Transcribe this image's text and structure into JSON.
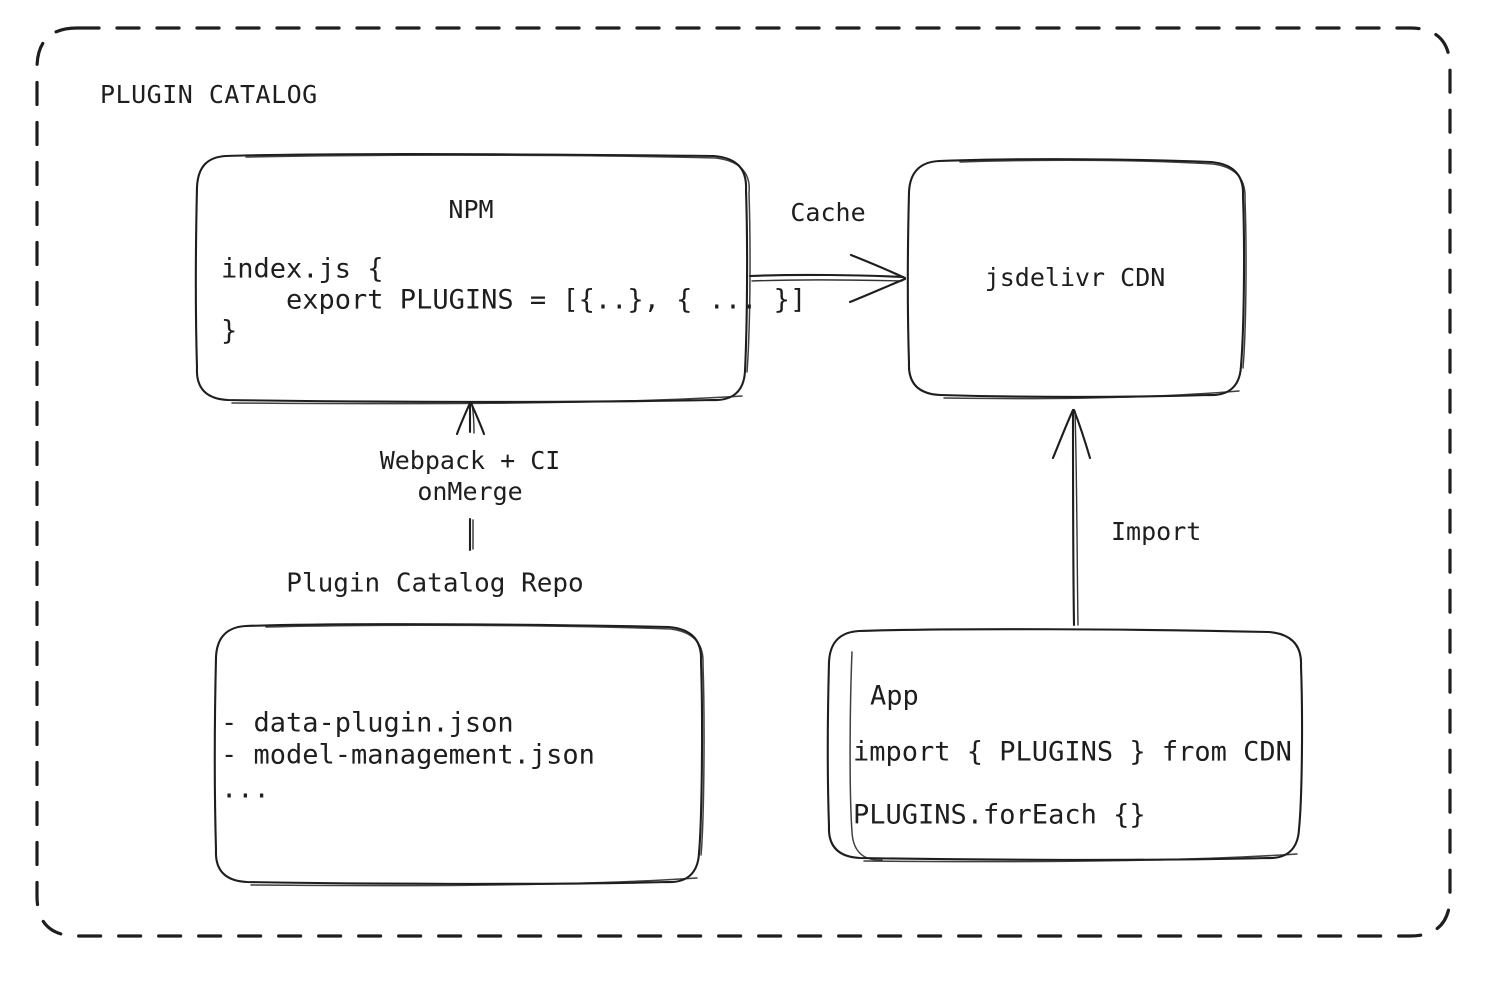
{
  "frame": {
    "title": "PLUGIN CATALOG",
    "border_style": "dashed",
    "stroke_color": "#1e1e1e",
    "background": "#ffffff"
  },
  "nodes": {
    "npm": {
      "title": "NPM",
      "code_lines": [
        "index.js {",
        "    export PLUGINS = [{..}, { ... }]",
        "}"
      ]
    },
    "cdn": {
      "title": "jsdelivr CDN"
    },
    "repo": {
      "external_label": "Plugin Catalog Repo",
      "lines": [
        "- data-plugin.json",
        "- model-management.json",
        "..."
      ]
    },
    "app": {
      "title": "App",
      "code_lines": [
        "import { PLUGINS } from CDN",
        "PLUGINS.forEach {}"
      ]
    }
  },
  "edges": {
    "npm_to_cdn": {
      "label": "Cache",
      "direction": "right"
    },
    "repo_to_npm": {
      "label_line1": "Webpack + CI",
      "label_line2": "onMerge",
      "direction": "up"
    },
    "app_to_cdn": {
      "label": "Import",
      "direction": "up"
    }
  }
}
